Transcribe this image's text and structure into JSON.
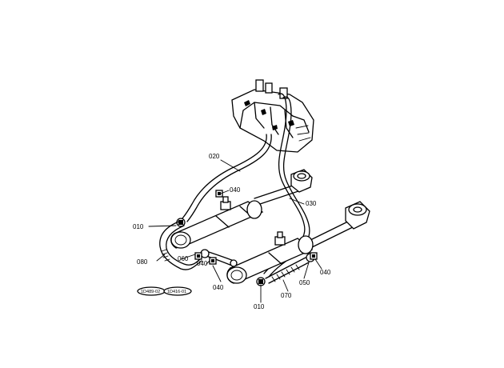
{
  "parts": [
    {
      "id": "p010a",
      "label": "010"
    },
    {
      "id": "p010b",
      "label": "010"
    },
    {
      "id": "p020",
      "label": "020"
    },
    {
      "id": "p030",
      "label": "030"
    },
    {
      "id": "p040a",
      "label": "040"
    },
    {
      "id": "p040b",
      "label": "040"
    },
    {
      "id": "p040c",
      "label": "040"
    },
    {
      "id": "p040d",
      "label": "040"
    },
    {
      "id": "p050",
      "label": "050"
    },
    {
      "id": "p060",
      "label": "060"
    },
    {
      "id": "p070",
      "label": "070"
    },
    {
      "id": "p080",
      "label": "080"
    }
  ],
  "references": [
    {
      "id": "ref1",
      "label": "1D489-02"
    },
    {
      "id": "ref2",
      "label": "1D416-01"
    }
  ]
}
